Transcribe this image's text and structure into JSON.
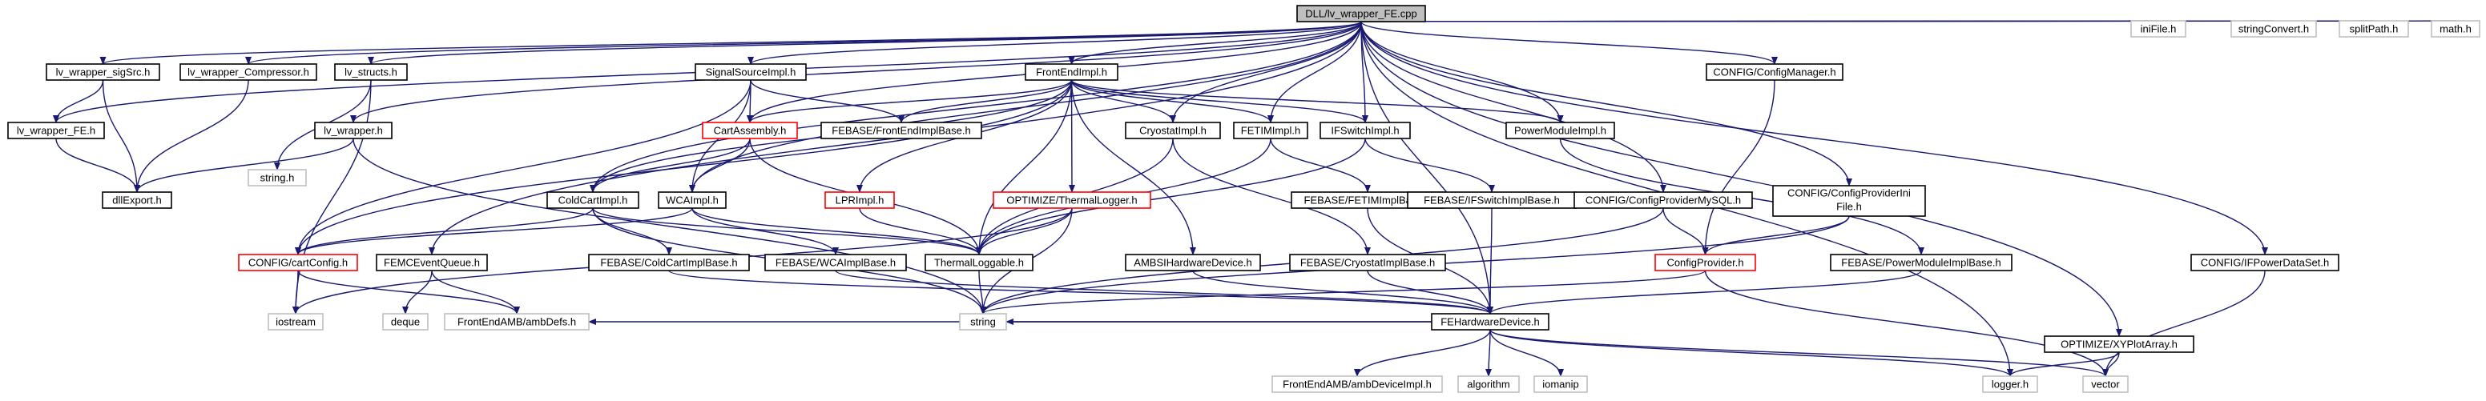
{
  "graph": {
    "title": "DLL/lv_wrapper_FE.cpp",
    "colors": {
      "root_fill": "#bfbfbf",
      "node_fill": "#ffffff",
      "border_normal": "#000000",
      "border_missing": "#ff0000",
      "border_external": "#bfbfbf",
      "edge": "#191970"
    },
    "nodes": [
      {
        "id": "root",
        "label": "DLL/lv_wrapper_FE.cpp"
      },
      {
        "id": "lv_wrapper_sigSrc",
        "label": "lv_wrapper_sigSrc.h"
      },
      {
        "id": "lv_wrapper_Compressor",
        "label": "lv_wrapper_Compressor.h"
      },
      {
        "id": "lv_structs",
        "label": "lv_structs.h"
      },
      {
        "id": "SignalSourceImpl",
        "label": "SignalSourceImpl.h"
      },
      {
        "id": "FrontEndImpl",
        "label": "FrontEndImpl.h"
      },
      {
        "id": "ConfigManager",
        "label": "CONFIG/ConfigManager.h"
      },
      {
        "id": "iniFile",
        "label": "iniFile.h"
      },
      {
        "id": "stringConvert",
        "label": "stringConvert.h"
      },
      {
        "id": "splitPath",
        "label": "splitPath.h"
      },
      {
        "id": "math",
        "label": "math.h"
      },
      {
        "id": "lv_wrapper_FE",
        "label": "lv_wrapper_FE.h"
      },
      {
        "id": "stringh",
        "label": "string.h"
      },
      {
        "id": "lv_wrapper",
        "label": "lv_wrapper.h"
      },
      {
        "id": "CartAssembly",
        "label": "CartAssembly.h"
      },
      {
        "id": "FrontEndImplBase",
        "label": "FEBASE/FrontEndImplBase.h"
      },
      {
        "id": "CryostatImpl",
        "label": "CryostatImpl.h"
      },
      {
        "id": "FETIMImpl",
        "label": "FETIMImpl.h"
      },
      {
        "id": "IFSwitchImpl",
        "label": "IFSwitchImpl.h"
      },
      {
        "id": "PowerModuleImpl",
        "label": "PowerModuleImpl.h"
      },
      {
        "id": "dllExport",
        "label": "dllExport.h"
      },
      {
        "id": "ColdCartImpl",
        "label": "ColdCartImpl.h"
      },
      {
        "id": "WCAImpl",
        "label": "WCAImpl.h"
      },
      {
        "id": "LPRImpl",
        "label": "LPRImpl.h"
      },
      {
        "id": "ThermalLogger",
        "label": "OPTIMIZE/ThermalLogger.h"
      },
      {
        "id": "FETIMImplBase",
        "label": "FEBASE/FETIMImplBase.h"
      },
      {
        "id": "IFSwitchImplBase",
        "label": "FEBASE/IFSwitchImplBase.h"
      },
      {
        "id": "ConfigProviderMySQL",
        "label": "CONFIG/ConfigProviderMySQL.h"
      },
      {
        "id": "ConfigProviderIniFile",
        "label": "CONFIG/ConfigProviderIniFile.h",
        "lines": [
          "CONFIG/ConfigProviderIni",
          "File.h"
        ]
      },
      {
        "id": "cartConfig",
        "label": "CONFIG/cartConfig.h"
      },
      {
        "id": "FEMCEventQueue",
        "label": "FEMCEventQueue.h"
      },
      {
        "id": "ColdCartImplBase",
        "label": "FEBASE/ColdCartImplBase.h"
      },
      {
        "id": "WCAImplBase",
        "label": "FEBASE/WCAImplBase.h"
      },
      {
        "id": "ThermalLoggable",
        "label": "ThermalLoggable.h"
      },
      {
        "id": "AMBSIHardwareDevice",
        "label": "AMBSIHardwareDevice.h"
      },
      {
        "id": "CryostatImplBase",
        "label": "FEBASE/CryostatImplBase.h"
      },
      {
        "id": "ConfigProvider",
        "label": "ConfigProvider.h"
      },
      {
        "id": "PowerModuleImplBase",
        "label": "FEBASE/PowerModuleImplBase.h"
      },
      {
        "id": "IFPowerDataSet",
        "label": "CONFIG/IFPowerDataSet.h"
      },
      {
        "id": "iostream",
        "label": "iostream"
      },
      {
        "id": "deque",
        "label": "deque"
      },
      {
        "id": "ambDefs",
        "label": "FrontEndAMB/ambDefs.h"
      },
      {
        "id": "string",
        "label": "string"
      },
      {
        "id": "FEHardwareDevice",
        "label": "FEHardwareDevice.h"
      },
      {
        "id": "XYPlotArray",
        "label": "OPTIMIZE/XYPlotArray.h"
      },
      {
        "id": "ambDeviceImpl",
        "label": "FrontEndAMB/ambDeviceImpl.h"
      },
      {
        "id": "algorithm",
        "label": "algorithm"
      },
      {
        "id": "iomanip",
        "label": "iomanip"
      },
      {
        "id": "logger",
        "label": "logger.h"
      },
      {
        "id": "vector",
        "label": "vector"
      }
    ]
  }
}
